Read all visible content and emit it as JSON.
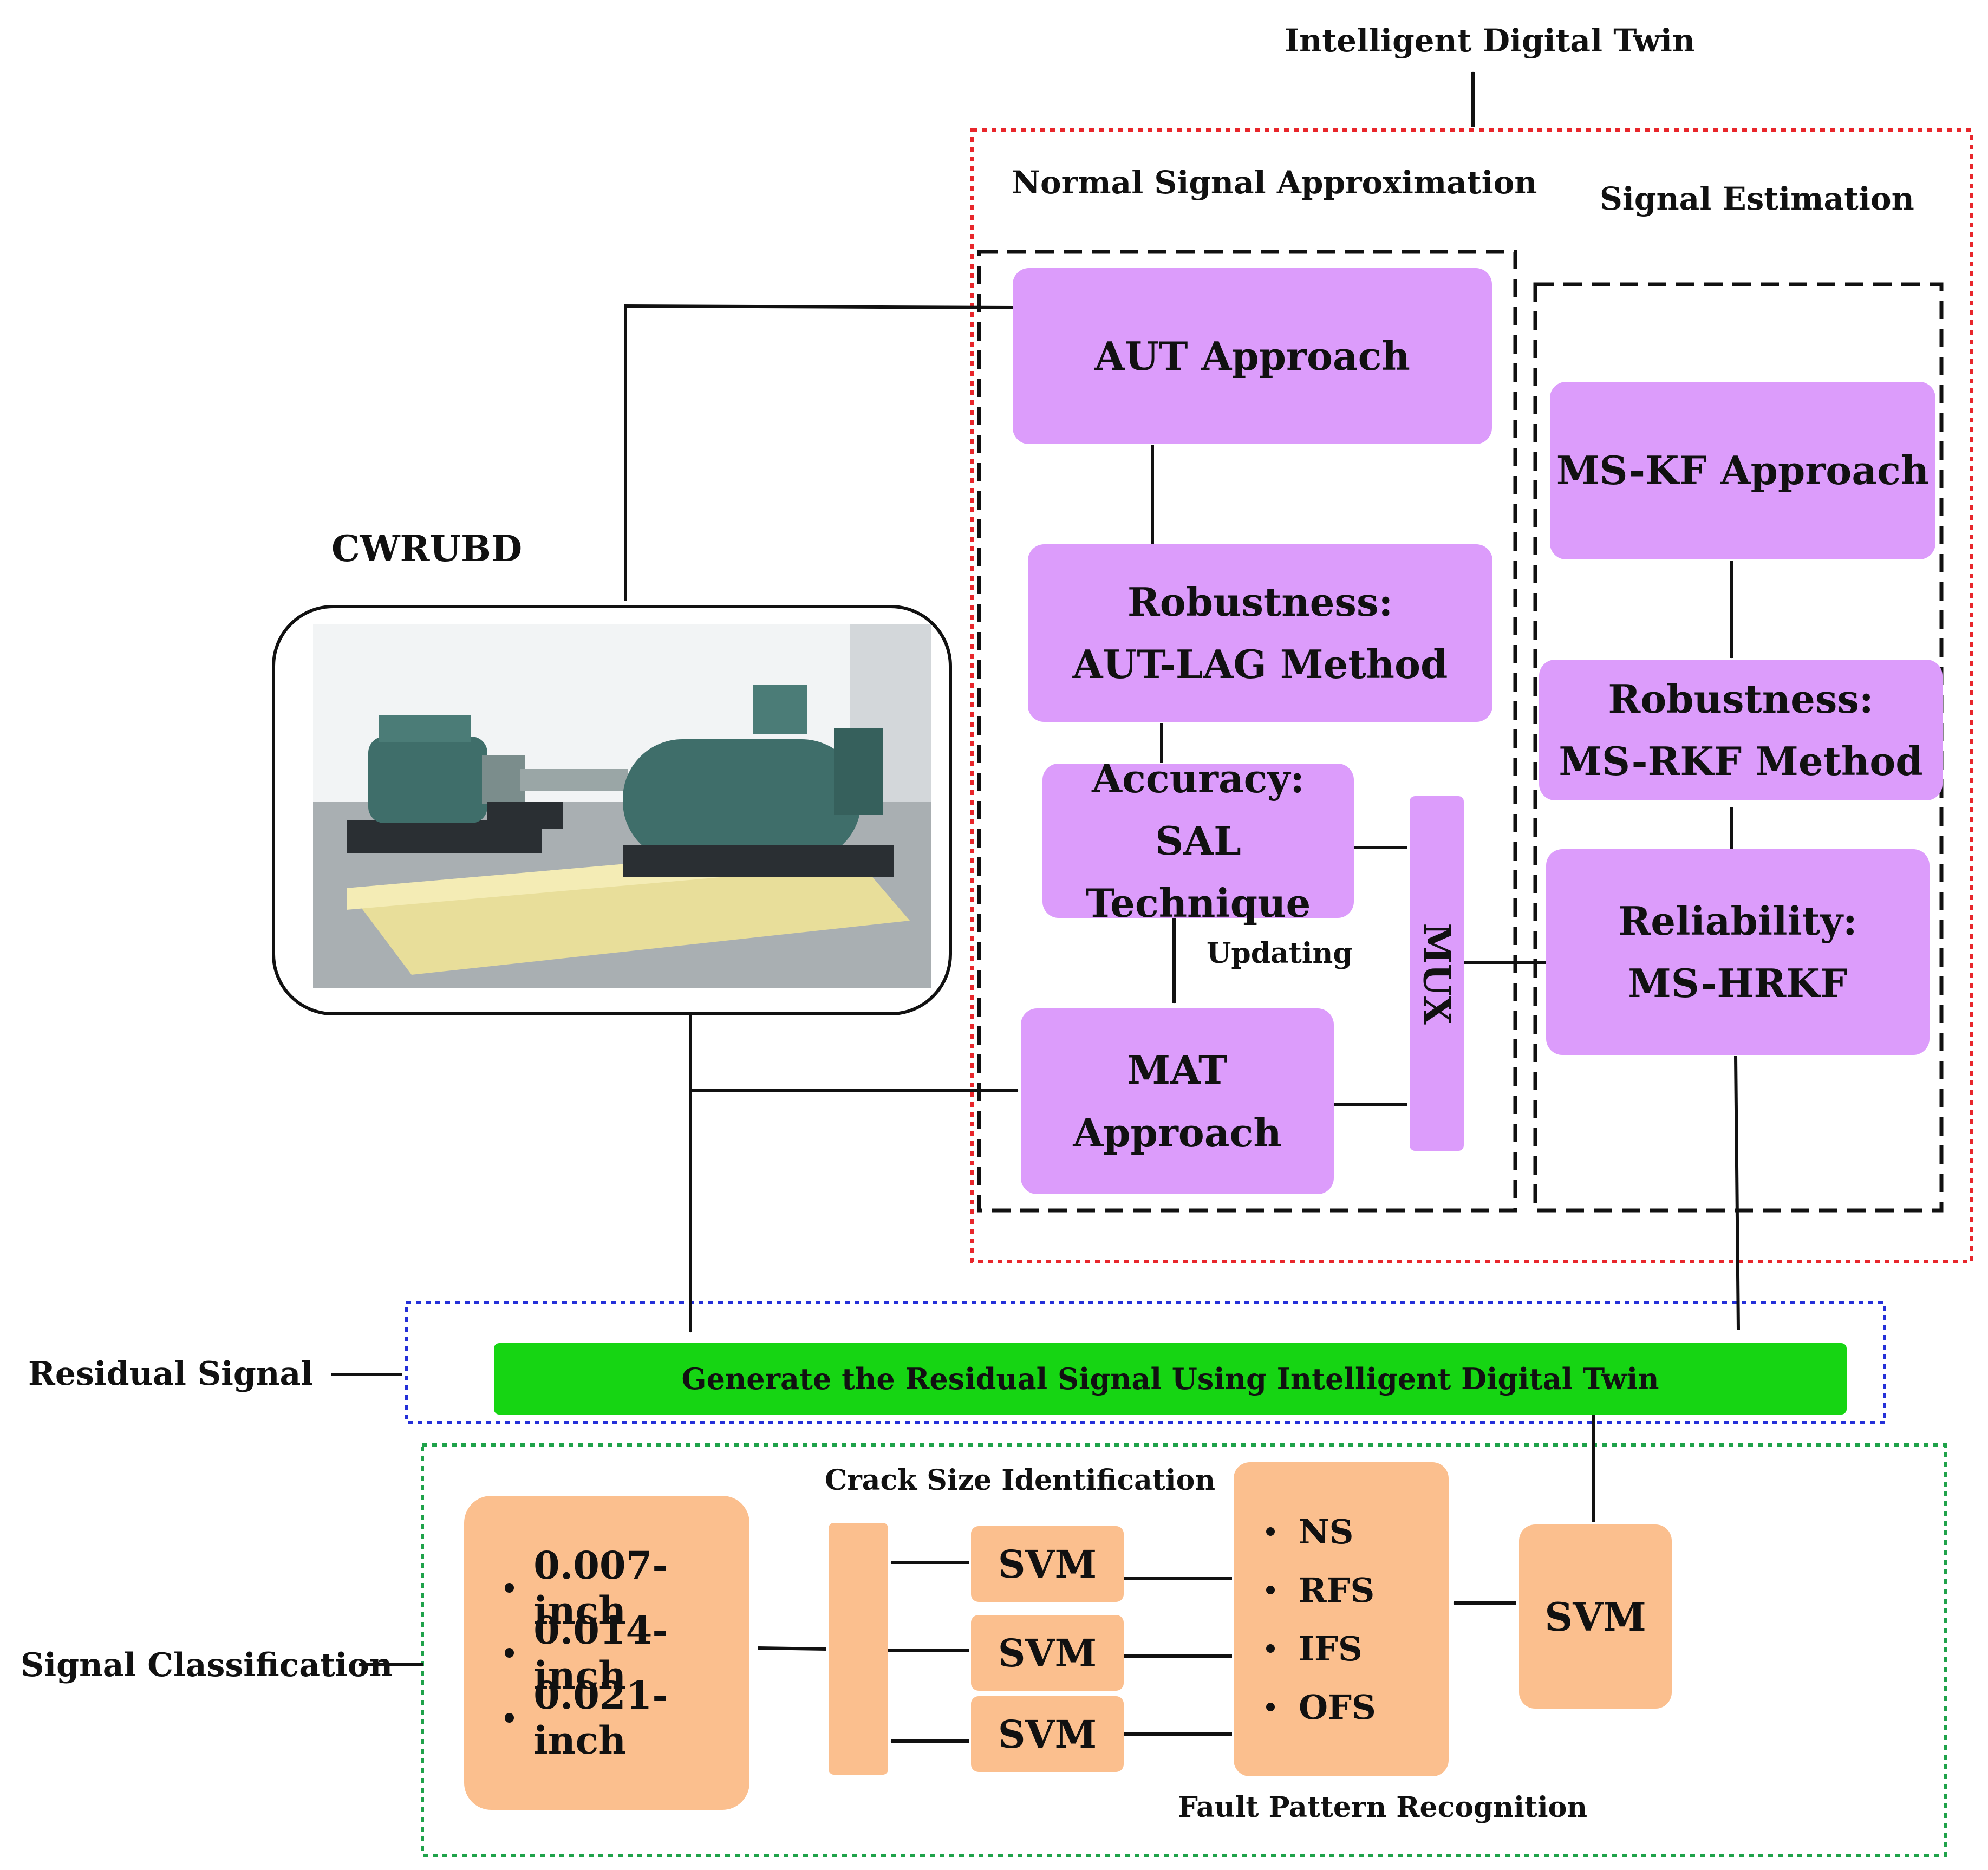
{
  "labels": {
    "intelligent_digital_twin": "Intelligent Digital Twin",
    "normal_signal_approximation": "Normal Signal Approximation",
    "signal_estimation": "Signal Estimation",
    "cwrubd": "CWRUBD",
    "updating": "Updating",
    "residual_signal": "Residual Signal",
    "signal_classification": "Signal Classification",
    "crack_size_identification": "Crack Size Identification",
    "fault_pattern_recognition": "Fault Pattern Recognition"
  },
  "boxes": {
    "aut_approach": "AUT Approach",
    "robustness_aut_1": "Robustness:",
    "robustness_aut_2": "AUT-LAG Method",
    "accuracy_1": "Accuracy:",
    "accuracy_2": "SAL Technique",
    "mat_approach": "MAT Approach",
    "mux": "MUX",
    "mskf_approach": "MS-KF Approach",
    "robustness_ms_1": "Robustness:",
    "robustness_ms_2": "MS-RKF Method",
    "reliability_1": "Reliability:",
    "reliability_2": "MS-HRKF",
    "residual_generate": "Generate the Residual Signal Using Intelligent Digital Twin",
    "svm_main": "SVM",
    "svm_1": "SVM",
    "svm_2": "SVM",
    "svm_3": "SVM"
  },
  "fault_classes": [
    "NS",
    "RFS",
    "IFS",
    "OFS"
  ],
  "crack_sizes": [
    "0.007-inch",
    "0.014-inch",
    "0.021-inch"
  ],
  "colors": {
    "purple_box": "#dc9cfb",
    "orange_box": "#fbbf8e",
    "green_bar": "#16d513",
    "red_dotted": "#e8262b",
    "blue_dotted": "#2430d8",
    "green_dotted": "#1fa24a"
  }
}
